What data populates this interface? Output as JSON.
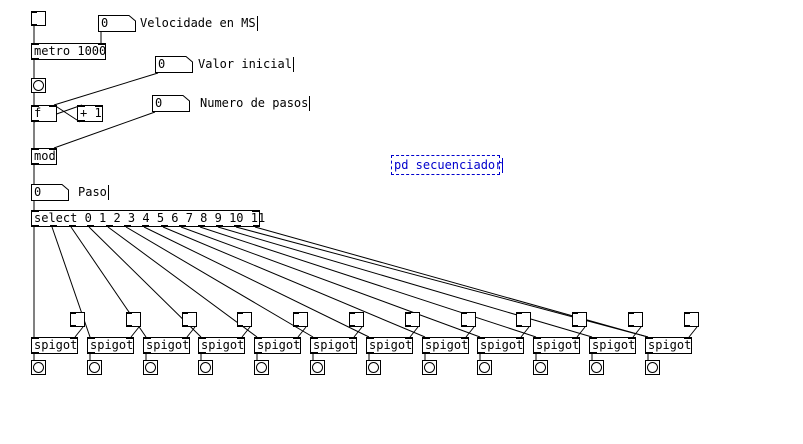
{
  "objects": {
    "metro": "metro 1000",
    "float": "f",
    "plus": "+ 1",
    "mod": "mod",
    "select": "select 0 1 2 3 4 5 6 7 8 9 10 11",
    "spigot": "spigot"
  },
  "numbers": {
    "speed": {
      "value": "0",
      "label": "Velocidade en MS"
    },
    "initial": {
      "value": "0",
      "label": "Valor inicial"
    },
    "steps": {
      "value": "0",
      "label": "Numero de pasos"
    },
    "step": {
      "value": "0",
      "label": "Paso"
    }
  },
  "subpatch": {
    "label": "pd secuenciador"
  },
  "spigot_count": 12
}
